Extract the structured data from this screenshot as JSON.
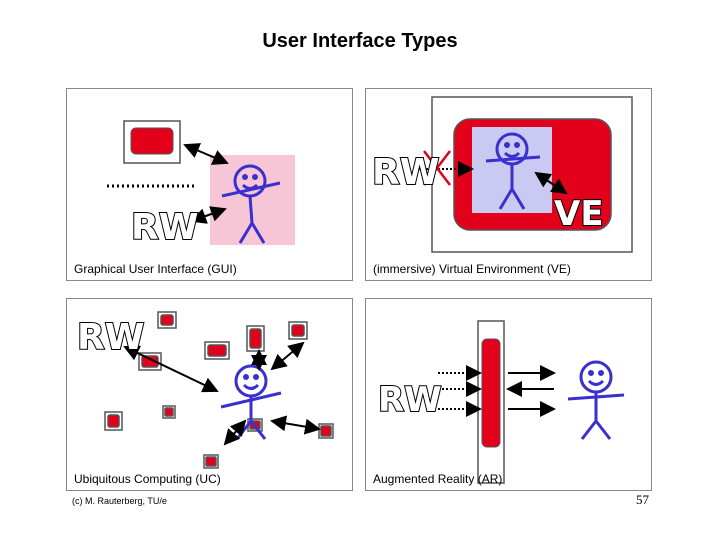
{
  "title": "User Interface Types",
  "panels": [
    {
      "caption": "Graphical User Interface (GUI)",
      "label": "RW"
    },
    {
      "caption": "(immersive) Virtual Environment (VE)",
      "label": "RW",
      "label2": "VE"
    },
    {
      "caption": "Ubiquitous Computing (UC)",
      "label": "RW"
    },
    {
      "caption": "Augmented Reality (AR)",
      "label": "RW"
    }
  ],
  "footer": "(c) M. Rauterberg, TU/e",
  "page_number": "57",
  "colors": {
    "device_red": "#e3001b",
    "figure_blue": "#3a2fcf",
    "pink_bg": "#f6c6d6",
    "lavender_bg": "#c9c9f2"
  }
}
